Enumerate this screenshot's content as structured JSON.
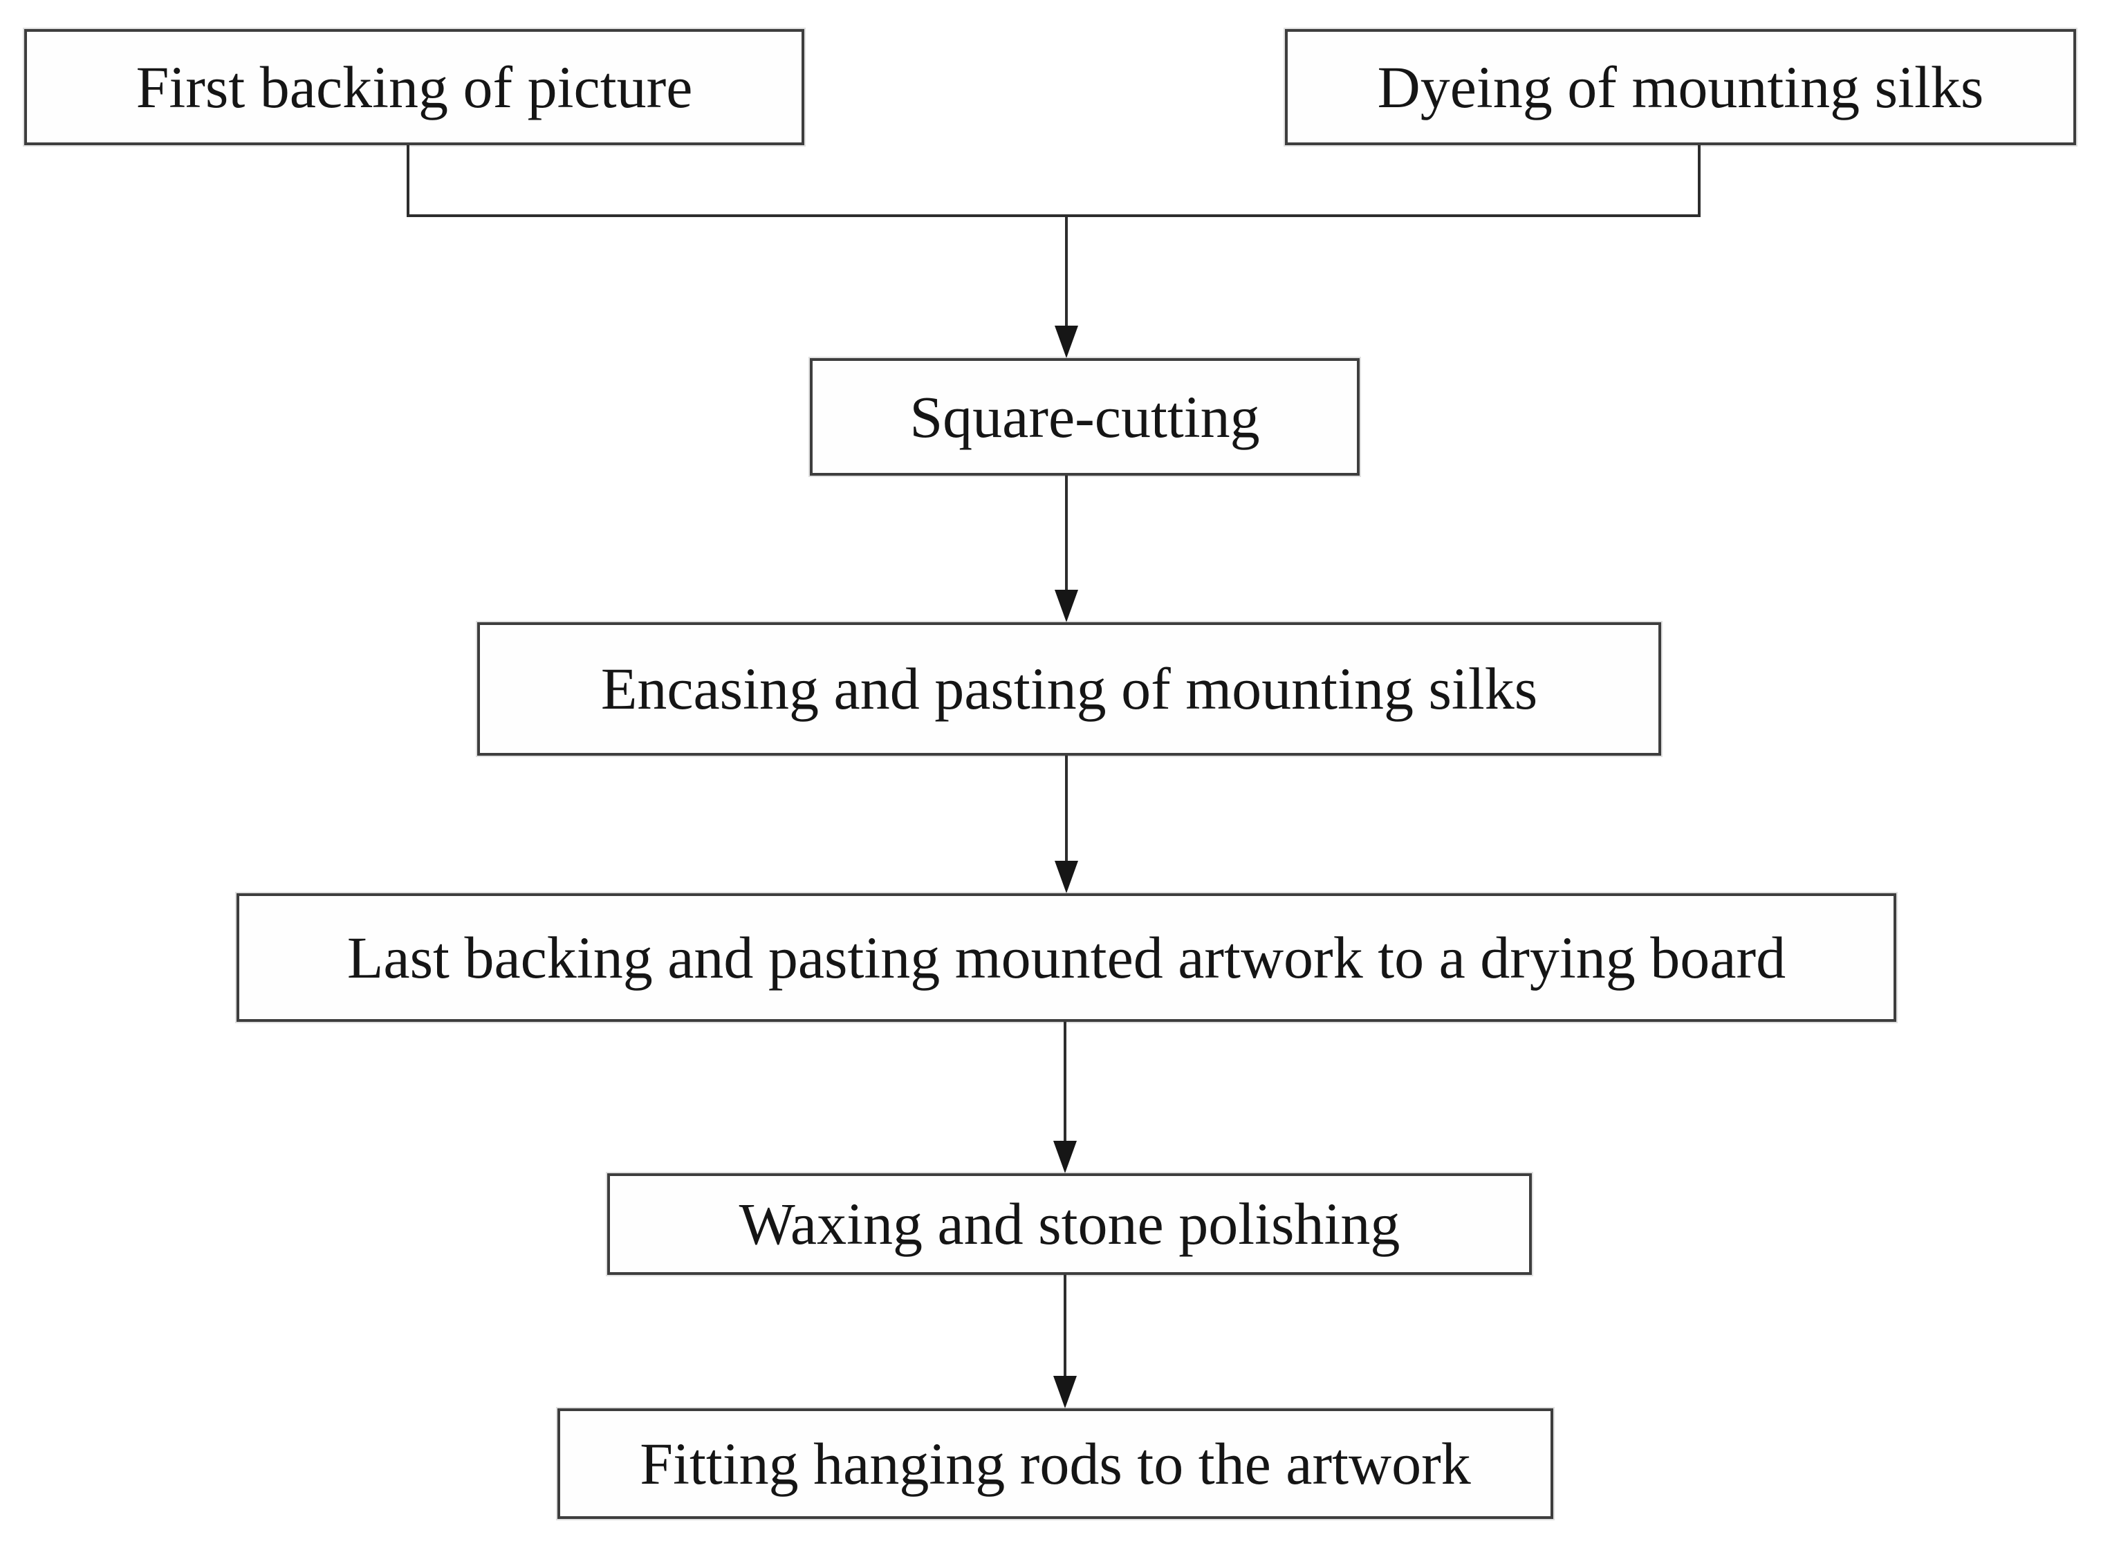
{
  "diagram": {
    "type": "flowchart",
    "background_color": "#ffffff",
    "box_border_color": "#3e3e3e",
    "connector_color": "#2d2d2d",
    "text_color": "#151515",
    "nodes": [
      {
        "id": "first-backing-of-picture",
        "label": "First backing of picture"
      },
      {
        "id": "dyeing-of-mounting-silks",
        "label": "Dyeing of mounting silks"
      },
      {
        "id": "square-cutting",
        "label": "Square-cutting"
      },
      {
        "id": "encasing-and-pasting",
        "label": "Encasing and pasting of mounting silks"
      },
      {
        "id": "last-backing-drying-board",
        "label": "Last backing and pasting mounted artwork to a drying board"
      },
      {
        "id": "waxing-stone-polishing",
        "label": "Waxing and stone polishing"
      },
      {
        "id": "fitting-hanging-rods",
        "label": "Fitting hanging rods to the artwork"
      }
    ],
    "edges": [
      {
        "from": "first-backing-of-picture",
        "to": "square-cutting"
      },
      {
        "from": "dyeing-of-mounting-silks",
        "to": "square-cutting"
      },
      {
        "from": "square-cutting",
        "to": "encasing-and-pasting"
      },
      {
        "from": "encasing-and-pasting",
        "to": "last-backing-drying-board"
      },
      {
        "from": "last-backing-drying-board",
        "to": "waxing-stone-polishing"
      },
      {
        "from": "waxing-stone-polishing",
        "to": "fitting-hanging-rods"
      }
    ]
  }
}
